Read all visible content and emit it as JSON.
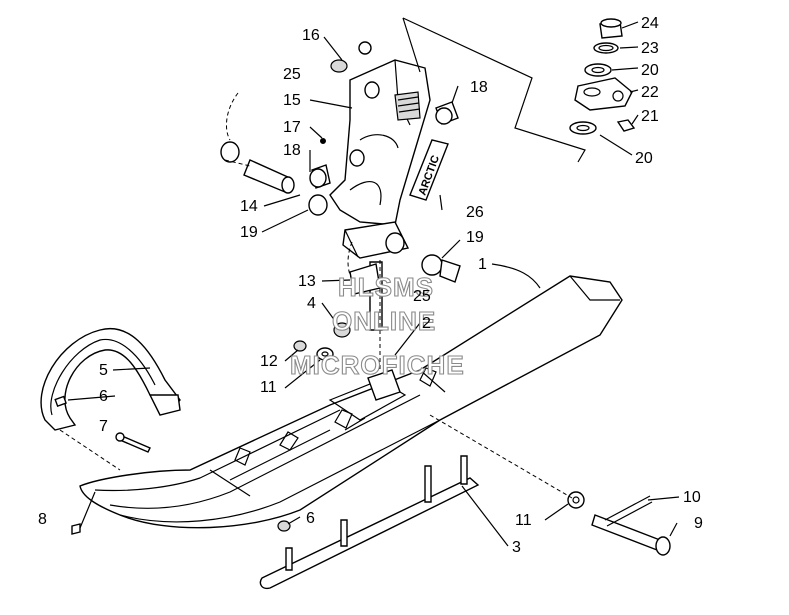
{
  "callouts": [
    {
      "id": "24",
      "label": "24"
    },
    {
      "id": "23",
      "label": "23"
    },
    {
      "id": "20a",
      "label": "20"
    },
    {
      "id": "22",
      "label": "22"
    },
    {
      "id": "21",
      "label": "21"
    },
    {
      "id": "20b",
      "label": "20"
    },
    {
      "id": "16",
      "label": "16"
    },
    {
      "id": "25a",
      "label": "25"
    },
    {
      "id": "15",
      "label": "15"
    },
    {
      "id": "18a",
      "label": "18"
    },
    {
      "id": "17",
      "label": "17"
    },
    {
      "id": "18b",
      "label": "18"
    },
    {
      "id": "14",
      "label": "14"
    },
    {
      "id": "19a",
      "label": "19"
    },
    {
      "id": "26",
      "label": "26"
    },
    {
      "id": "19b",
      "label": "19"
    },
    {
      "id": "1",
      "label": "1"
    },
    {
      "id": "13",
      "label": "13"
    },
    {
      "id": "25b",
      "label": "25"
    },
    {
      "id": "4",
      "label": "4"
    },
    {
      "id": "2",
      "label": "2"
    },
    {
      "id": "12",
      "label": "12"
    },
    {
      "id": "11a",
      "label": "11"
    },
    {
      "id": "5",
      "label": "5"
    },
    {
      "id": "6a",
      "label": "6"
    },
    {
      "id": "7",
      "label": "7"
    },
    {
      "id": "8",
      "label": "8"
    },
    {
      "id": "6b",
      "label": "6"
    },
    {
      "id": "11b",
      "label": "11"
    },
    {
      "id": "10",
      "label": "10"
    },
    {
      "id": "9",
      "label": "9"
    },
    {
      "id": "3",
      "label": "3"
    }
  ],
  "watermark": [
    "HLSMS",
    "ONLINE",
    "MICROFICHE"
  ],
  "spindle_decal": "ARCTIC"
}
